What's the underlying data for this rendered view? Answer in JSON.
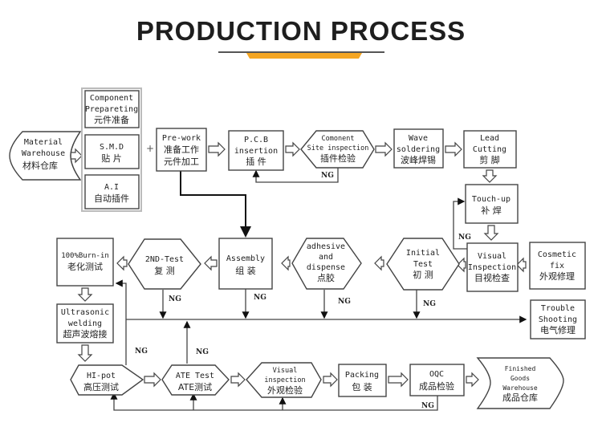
{
  "header": {
    "title": "PRODUCTION PROCESS",
    "accent_color": "#f5a623"
  },
  "diagram": {
    "nodes": {
      "material_warehouse": {
        "en": [
          "Material",
          "Warehouse"
        ],
        "cn": "材料仓库"
      },
      "component_preparing": {
        "en": [
          "Component",
          "Prepareting"
        ],
        "cn": "元件准备"
      },
      "smd": {
        "en": [
          "S.M.D"
        ],
        "cn": "贴  片"
      },
      "ai": {
        "en": [
          "A.I"
        ],
        "cn": "自动插件"
      },
      "pre_work": {
        "en": [
          "Pre-work"
        ],
        "cn": "准备工作",
        "cn2": "元件加工"
      },
      "pcb_insertion": {
        "en": [
          "P.C.B",
          "insertion"
        ],
        "cn": "插  件"
      },
      "component_site_inspection": {
        "en": [
          "Comonent",
          "Site inspection"
        ],
        "cn": "插件检验"
      },
      "wave_soldering": {
        "en": [
          "Wave",
          "soldering"
        ],
        "cn": "波峰焊锡"
      },
      "lead_cutting": {
        "en": [
          "Lead",
          "Cutting"
        ],
        "cn": "剪 脚"
      },
      "touch_up": {
        "en": [
          "Touch-up"
        ],
        "cn": "补  焊"
      },
      "visual_inspection": {
        "en": [
          "Visual",
          "Inspection"
        ],
        "cn": "目视检查"
      },
      "cosmetic_fix": {
        "en": [
          "Cosmetic",
          "fix"
        ],
        "cn": "外观修理"
      },
      "initial_test": {
        "en": [
          "Initial",
          "Test"
        ],
        "cn": "初 测"
      },
      "adhesive_dispense": {
        "en": [
          "adhesive",
          "and",
          "dispense"
        ],
        "cn": "点胶"
      },
      "assembly": {
        "en": [
          "Assembly"
        ],
        "cn": "组 装"
      },
      "second_test": {
        "en": [
          "2ND-Test"
        ],
        "cn": "复 测"
      },
      "burn_in": {
        "en": [
          "100%Burn-in"
        ],
        "cn": "老化测试"
      },
      "ultrasonic_welding": {
        "en": [
          "Ultrasonic",
          "welding"
        ],
        "cn": "超声波熔接"
      },
      "trouble_shooting": {
        "en": [
          "Trouble",
          "Shooting"
        ],
        "cn": "电气修理"
      },
      "hi_pot": {
        "en": [
          "HI-pot"
        ],
        "cn": "高压测试"
      },
      "ate_test": {
        "en": [
          "ATE Test"
        ],
        "cn": "ATE测试"
      },
      "final_visual_inspection": {
        "en": [
          "Visual",
          "inspection"
        ],
        "cn": "外观检验"
      },
      "packing": {
        "en": [
          "Packing"
        ],
        "cn": "包 装"
      },
      "oqc": {
        "en": [
          "OQC"
        ],
        "cn": "成品检验"
      },
      "finished_goods_warehouse": {
        "en": [
          "Finished",
          "Goods",
          "Warehouse"
        ],
        "cn": "成品仓库"
      }
    },
    "plus_sign": "+",
    "ng_label": "NG"
  }
}
